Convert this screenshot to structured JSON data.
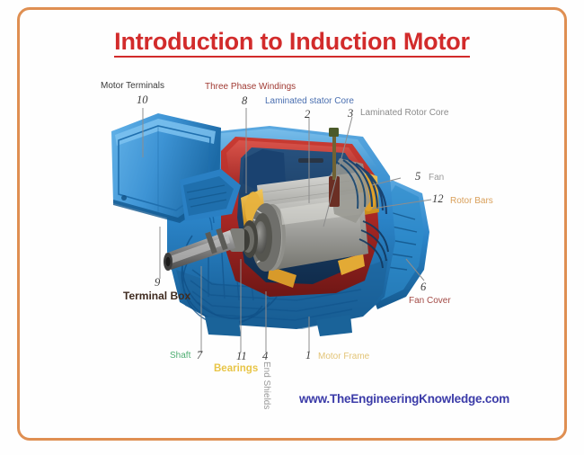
{
  "page": {
    "title": "Introduction to Induction Motor",
    "border_color": "#df8f52",
    "title_color": "#d22b2b",
    "background": "#ffffff",
    "website": "www.TheEngineeringKnowledge.com",
    "website_color": "#3b3ba8"
  },
  "diagram": {
    "subject": "cutaway-three-phase-induction-motor",
    "callouts": [
      {
        "number": "10",
        "label": "Motor Terminals",
        "color": "#3a3a3a"
      },
      {
        "number": "8",
        "label": "Three Phase Windings",
        "color": "#a03a33"
      },
      {
        "number": "2",
        "label": "Laminated stator Core",
        "color": "#4a6fb0"
      },
      {
        "number": "3",
        "label": "Laminated Rotor Core",
        "color": "#8b8b8b"
      },
      {
        "number": "5",
        "label": "Fan",
        "color": "#9a9a9a"
      },
      {
        "number": "12",
        "label": "Rotor Bars",
        "color": "#d9a05b"
      },
      {
        "number": "6",
        "label": "Fan Cover",
        "color": "#a34a45"
      },
      {
        "number": "9",
        "label": "Terminal Box",
        "color": "#3f2b20"
      },
      {
        "number": "7",
        "label": "Shaft",
        "color": "#4fae72"
      },
      {
        "number": "11",
        "label": "Bearings",
        "color": "#e8c547"
      },
      {
        "number": "4",
        "label": "End Shields",
        "color": "#9a9a9a"
      },
      {
        "number": "1",
        "label": "Motor Frame",
        "color": "#e3c477"
      }
    ],
    "palette": {
      "frame_blue": "#2b7fc4",
      "frame_blue_dark": "#1b5f9b",
      "frame_blue_light": "#61a9dd",
      "stator_red": "#b02a28",
      "stator_red_dark": "#7c1c1b",
      "rotor_gray": "#9a9a98",
      "rotor_gray_light": "#c2c2bf",
      "winding_yellow": "#e0a32a",
      "shaft_steel": "#7d7d7d",
      "navy": "#17406f"
    }
  }
}
